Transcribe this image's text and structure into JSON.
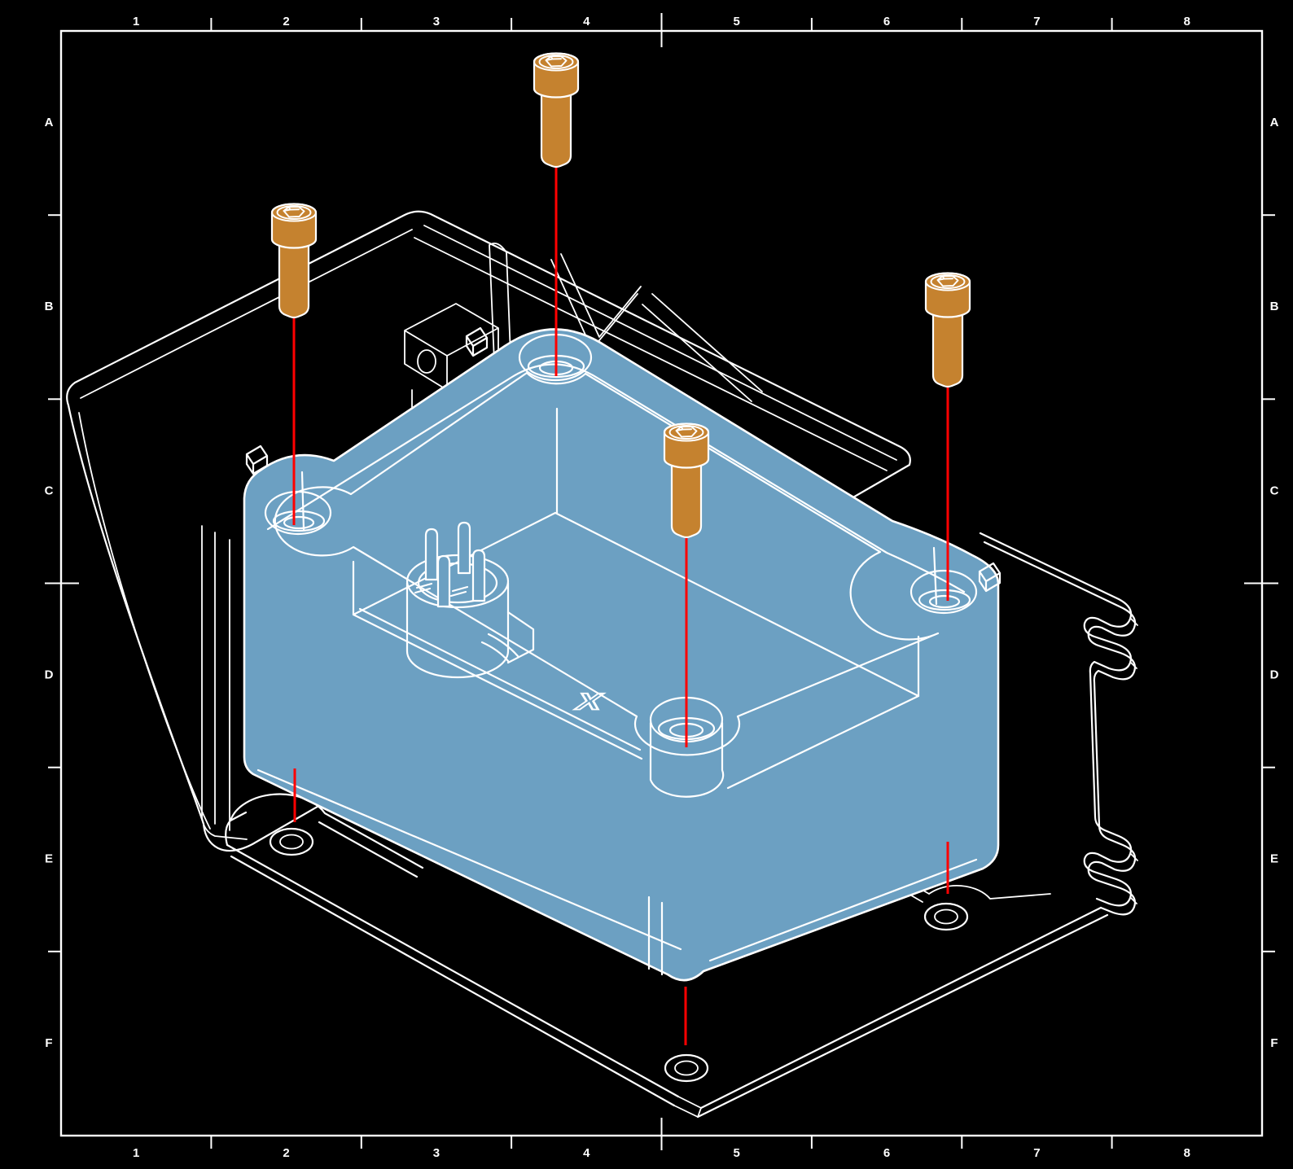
{
  "frame": {
    "columns": [
      "1",
      "2",
      "3",
      "4",
      "5",
      "6",
      "7",
      "8"
    ],
    "rows": [
      "A",
      "B",
      "C",
      "D",
      "E",
      "F"
    ]
  },
  "colors": {
    "background": "#000000",
    "line": "#ffffff",
    "part_fill": "#6CA0C2",
    "screw_fill": "#C5822F",
    "centerline": "#ff0000"
  },
  "drawing": {
    "view": "isometric-exploded-assembly",
    "floor_mark": "X",
    "fastener_count": "4",
    "parts": [
      "enclosure-cover",
      "enclosure-base",
      "mounting-plate",
      "socket-head-cap-screw"
    ]
  }
}
